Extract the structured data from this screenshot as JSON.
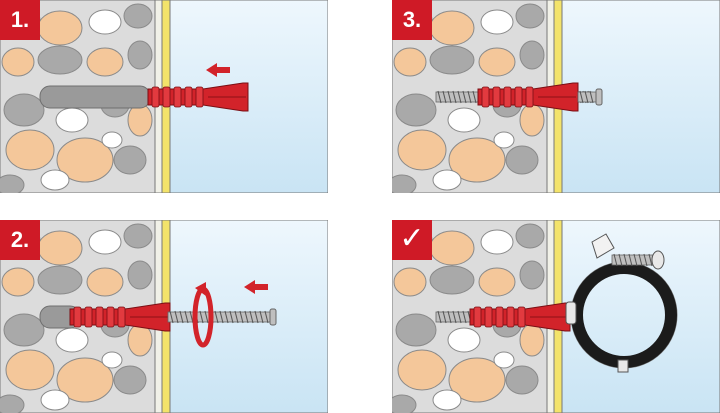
{
  "steps": [
    {
      "id": "step-1",
      "label": "1."
    },
    {
      "id": "step-2",
      "label": "2."
    },
    {
      "id": "step-3",
      "label": "3."
    },
    {
      "id": "step-4",
      "label": "✓"
    }
  ],
  "icons": {
    "step_1": [
      "push-arrow-icon"
    ],
    "step_2": [
      "rotate-arrow-icon",
      "push-arrow-icon"
    ],
    "step_3": [],
    "step_4": [
      "check-icon"
    ]
  },
  "colors": {
    "badge": "#cf1a26",
    "anchor": "#d2232a",
    "stone_wall": "#dcdcdc",
    "pebble_gray": "#a9a9a9",
    "pebble_tan": "#f4c79a",
    "insulation": "#f3e36a",
    "board": "#f1f1e8",
    "air": "#c9e4f4",
    "screw": "#bfbfbf",
    "clamp": "#1b1b1b"
  }
}
